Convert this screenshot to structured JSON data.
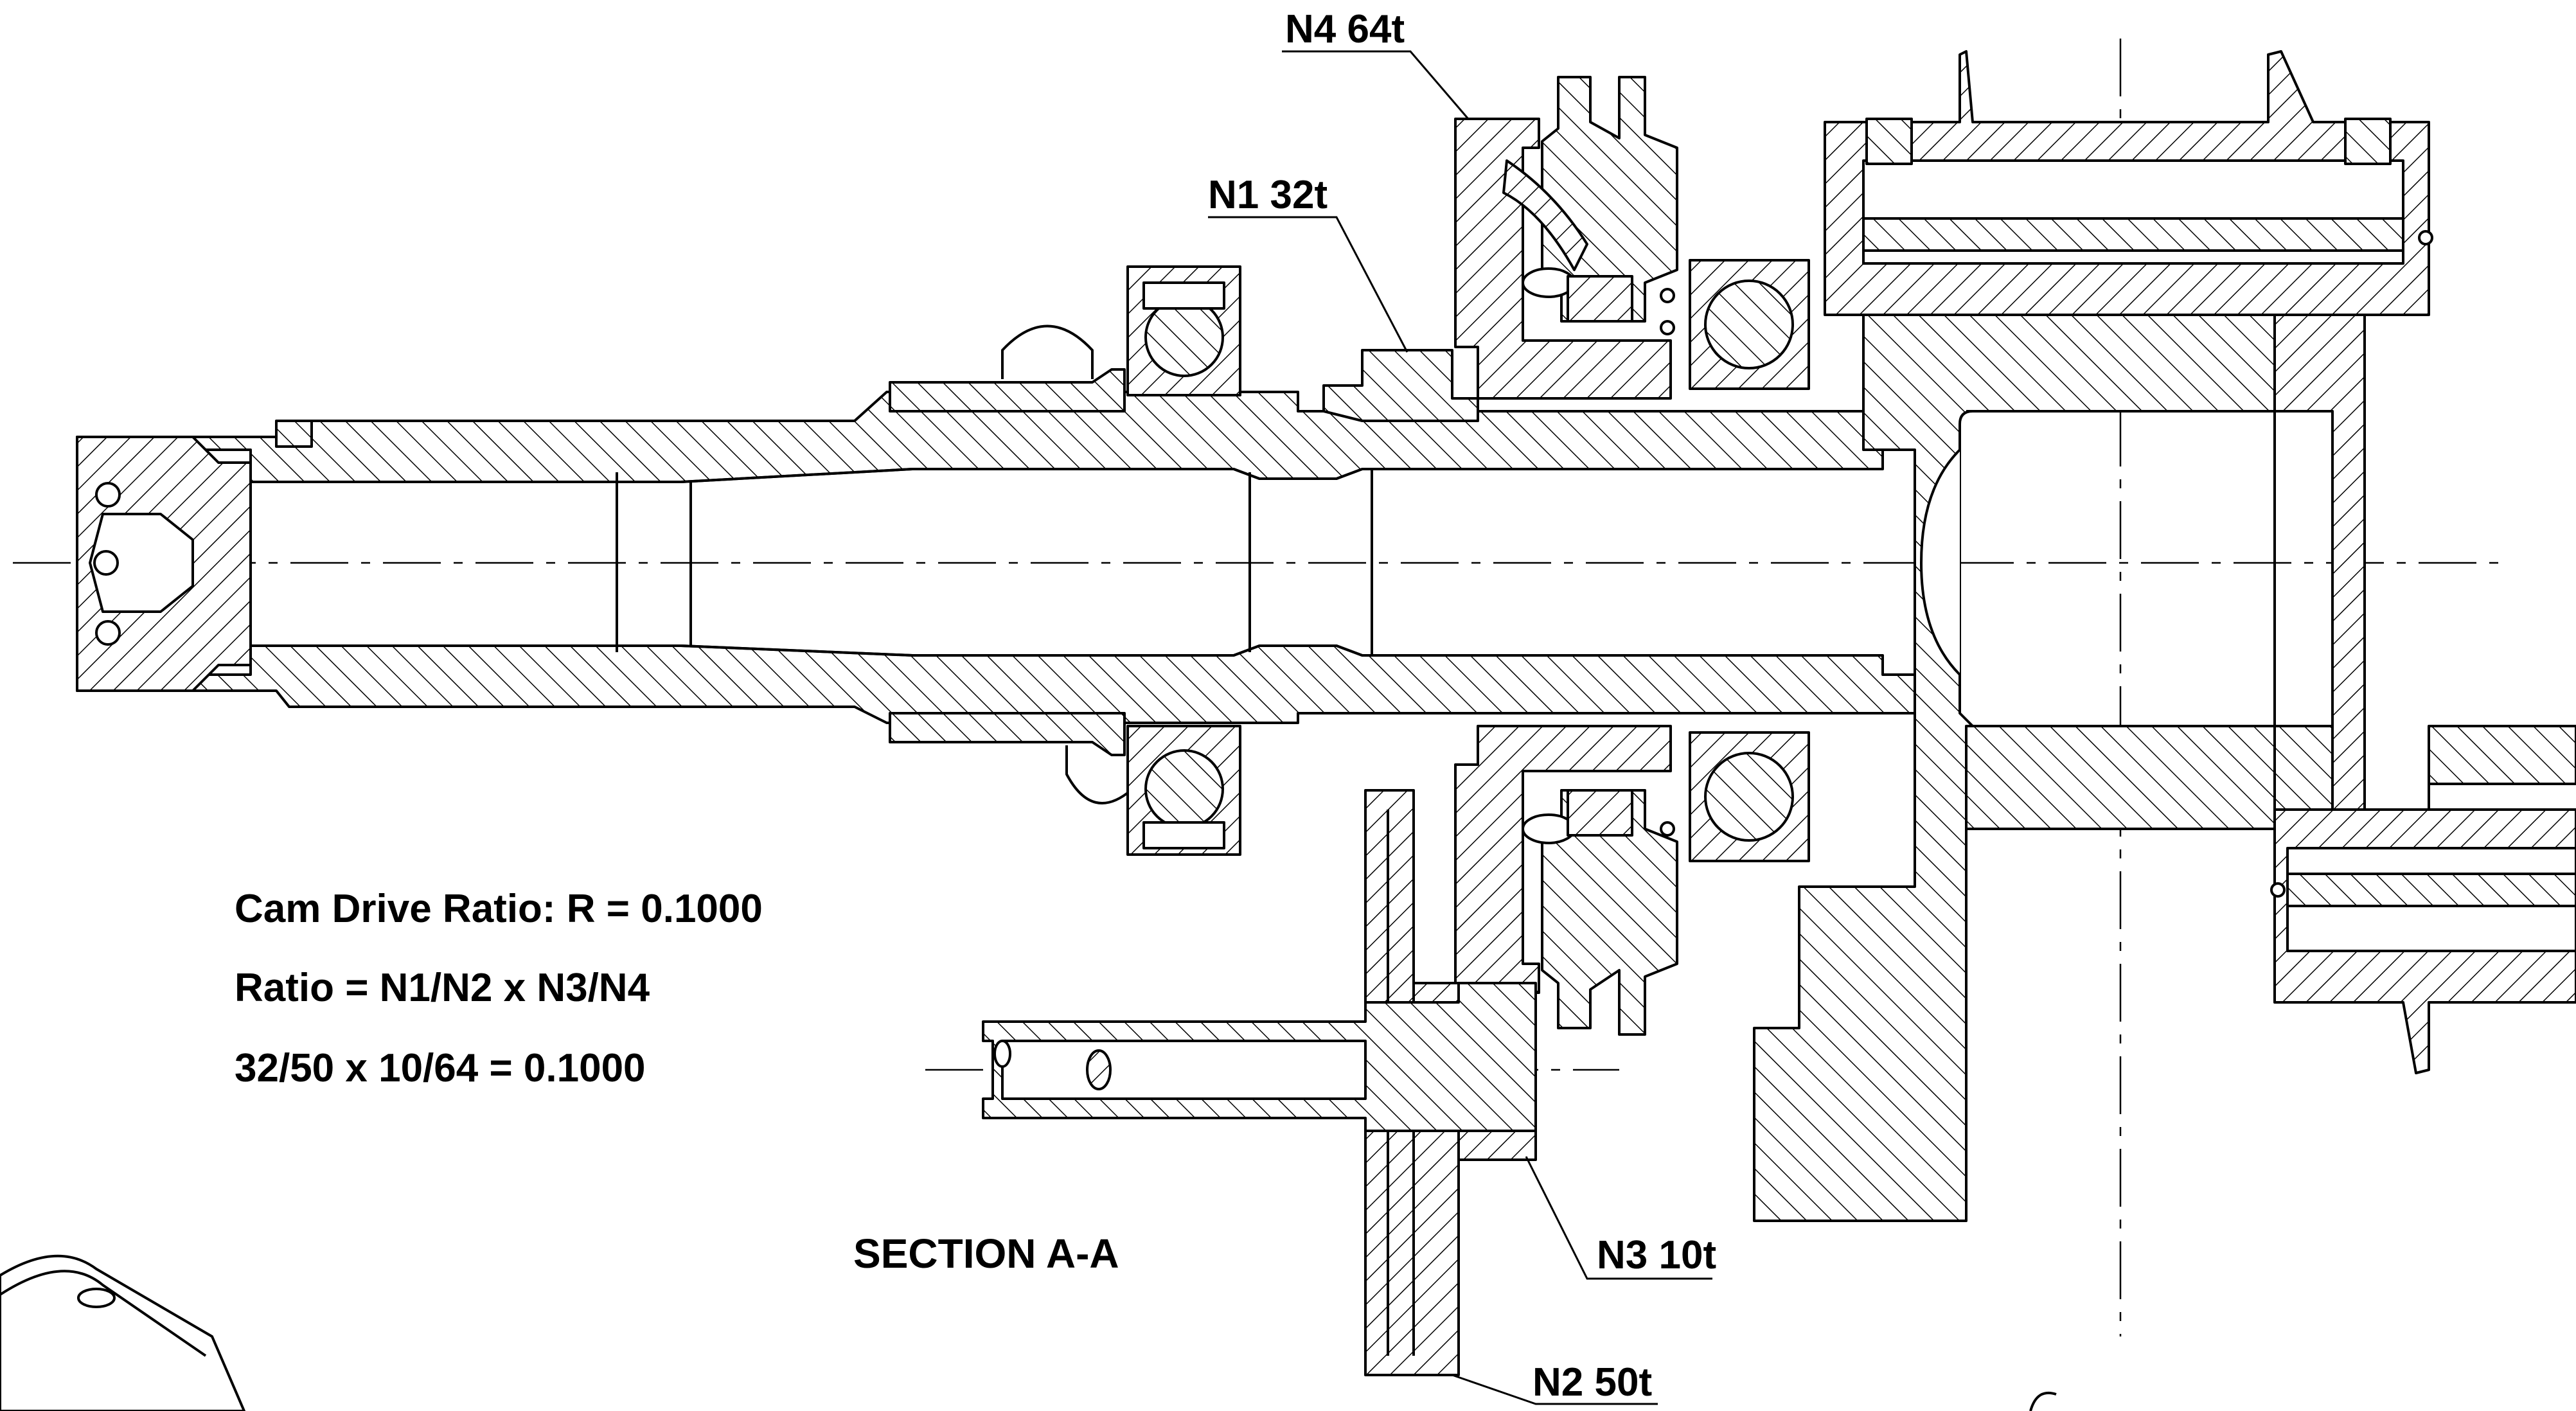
{
  "drawing": {
    "section_title": "SECTION A-A",
    "colors": {
      "ink": "#000000",
      "paper": "#ffffff"
    }
  },
  "notes": {
    "line1": "Cam Drive Ratio: R = 0.1000",
    "line2": "Ratio = N1/N2 x N3/N4",
    "line3": "32/50 x 10/64 = 0.1000"
  },
  "callouts": {
    "n4": "N4 64t",
    "n1": "N1 32t",
    "n3": "N3 10t",
    "n2": "N2 50t"
  }
}
